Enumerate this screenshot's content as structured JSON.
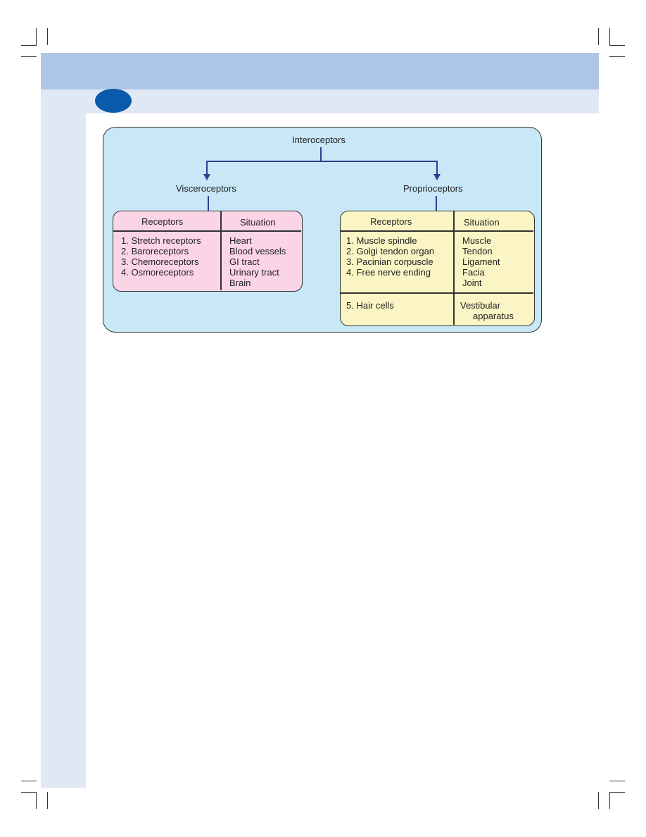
{
  "diagram": {
    "root": "Interoceptors",
    "branches": [
      {
        "name": "Visceroceptors",
        "headers": {
          "receptors": "Receptors",
          "situation": "Situation"
        },
        "receptors": [
          "1. Stretch receptors",
          "2. Baroreceptors",
          "3. Chemoreceptors",
          "4. Osmoreceptors"
        ],
        "situation": [
          "Heart",
          "Blood vessels",
          "GI tract",
          "Urinary tract",
          "Brain"
        ]
      },
      {
        "name": "Proprioceptors",
        "headers": {
          "receptors": "Receptors",
          "situation": "Situation"
        },
        "receptors": [
          "1. Muscle spindle",
          "2. Golgi tendon organ",
          "3. Pacinian corpuscle",
          "4. Free nerve ending"
        ],
        "situation": [
          "Muscle",
          "Tendon",
          "Ligament",
          "Facia",
          "Joint"
        ],
        "extra": {
          "receptor": "5. Hair cells",
          "situation_line1": "Vestibular",
          "situation_line2": "apparatus"
        }
      }
    ]
  },
  "colors": {
    "band_top": "#adc6e8",
    "band_light": "#e1e8f5",
    "badge": "#0a5aac",
    "diagram_bg": "#c8e7f7",
    "pink_table": "#fbd4e6",
    "yellow_table": "#fbf4c4",
    "connector": "#2c3f8f"
  }
}
